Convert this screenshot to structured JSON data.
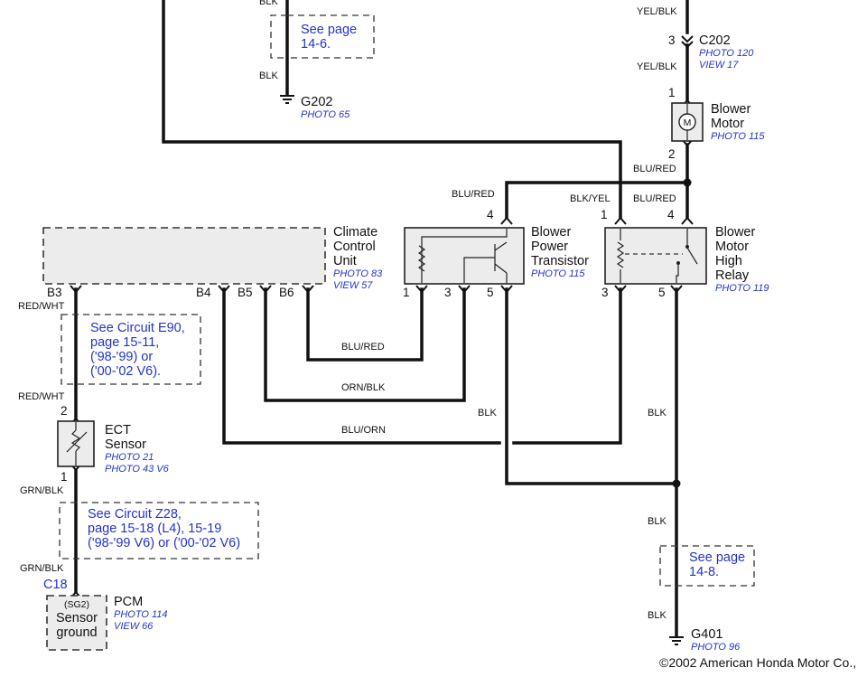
{
  "wire_colors": {
    "blk_top_left": "BLK",
    "blk_lower_left": "BLK",
    "yel_blk_top": "YEL/BLK",
    "yel_blk_mid": "YEL/BLK",
    "blu_red_motor": "BLU/RED",
    "blu_red_transistor": "BLU/RED",
    "blk_yel": "BLK/YEL",
    "blu_red_relay": "BLU/RED",
    "red_wht_upper": "RED/WHT",
    "red_wht_lower": "RED/WHT",
    "blu_red_b6": "BLU/RED",
    "orn_blk": "ORN/BLK",
    "blu_orn": "BLU/ORN",
    "blk_transistor": "BLK",
    "blk_relay": "BLK",
    "grn_blk_upper": "GRN/BLK",
    "grn_blk_lower": "GRN/BLK",
    "blk_g401_upper": "BLK",
    "blk_g401_lower": "BLK"
  },
  "references": {
    "page_14_6": [
      "See page",
      "14-6."
    ],
    "circuit_e90": [
      "See Circuit E90,",
      "page 15-11,",
      "('98-'99) or",
      "('00-'02 V6)."
    ],
    "circuit_z28": [
      "See Circuit Z28,",
      "page 15-18 (L4), 15-19",
      "('98-'99 V6) or ('00-'02 V6)"
    ],
    "page_14_8": [
      "See page",
      "14-8."
    ]
  },
  "grounds": {
    "g202": {
      "name": "G202",
      "photo": "PHOTO 65"
    },
    "g401": {
      "name": "G401",
      "photo": "PHOTO 96"
    }
  },
  "connector_c202": {
    "name": "C202",
    "photo": [
      "PHOTO 120",
      "VIEW 17"
    ],
    "pin_top": "3"
  },
  "blower_motor": {
    "label": [
      "Blower",
      "Motor"
    ],
    "photo": "PHOTO 115",
    "pin_top": "1",
    "pin_bottom": "2",
    "symbol": "M"
  },
  "climate_control_unit": {
    "label": [
      "Climate",
      "Control",
      "Unit"
    ],
    "photo": [
      "PHOTO 83",
      "VIEW 57"
    ],
    "pins": [
      "B3",
      "B4",
      "B5",
      "B6"
    ]
  },
  "blower_power_transistor": {
    "label": [
      "Blower",
      "Power",
      "Transistor"
    ],
    "photo": "PHOTO 115",
    "pin_top": "4",
    "pins_bottom": [
      "1",
      "3",
      "5"
    ]
  },
  "blower_motor_high_relay": {
    "label": [
      "Blower",
      "Motor",
      "High",
      "Relay"
    ],
    "photo": "PHOTO 119",
    "pins_top": [
      "1",
      "4"
    ],
    "pins_bottom": [
      "3",
      "5"
    ]
  },
  "ect_sensor": {
    "label": [
      "ECT",
      "Sensor"
    ],
    "photo": [
      "PHOTO 21",
      "PHOTO 43 V6"
    ],
    "pin_top": "2",
    "pin_bottom": "1"
  },
  "pcm": {
    "connector": "C18",
    "label": "PCM",
    "photo": [
      "PHOTO 114",
      "VIEW 66"
    ],
    "box_label": [
      "(SG2)",
      "Sensor",
      "ground"
    ]
  },
  "copyright": "©2002 American Honda Motor Co.,"
}
